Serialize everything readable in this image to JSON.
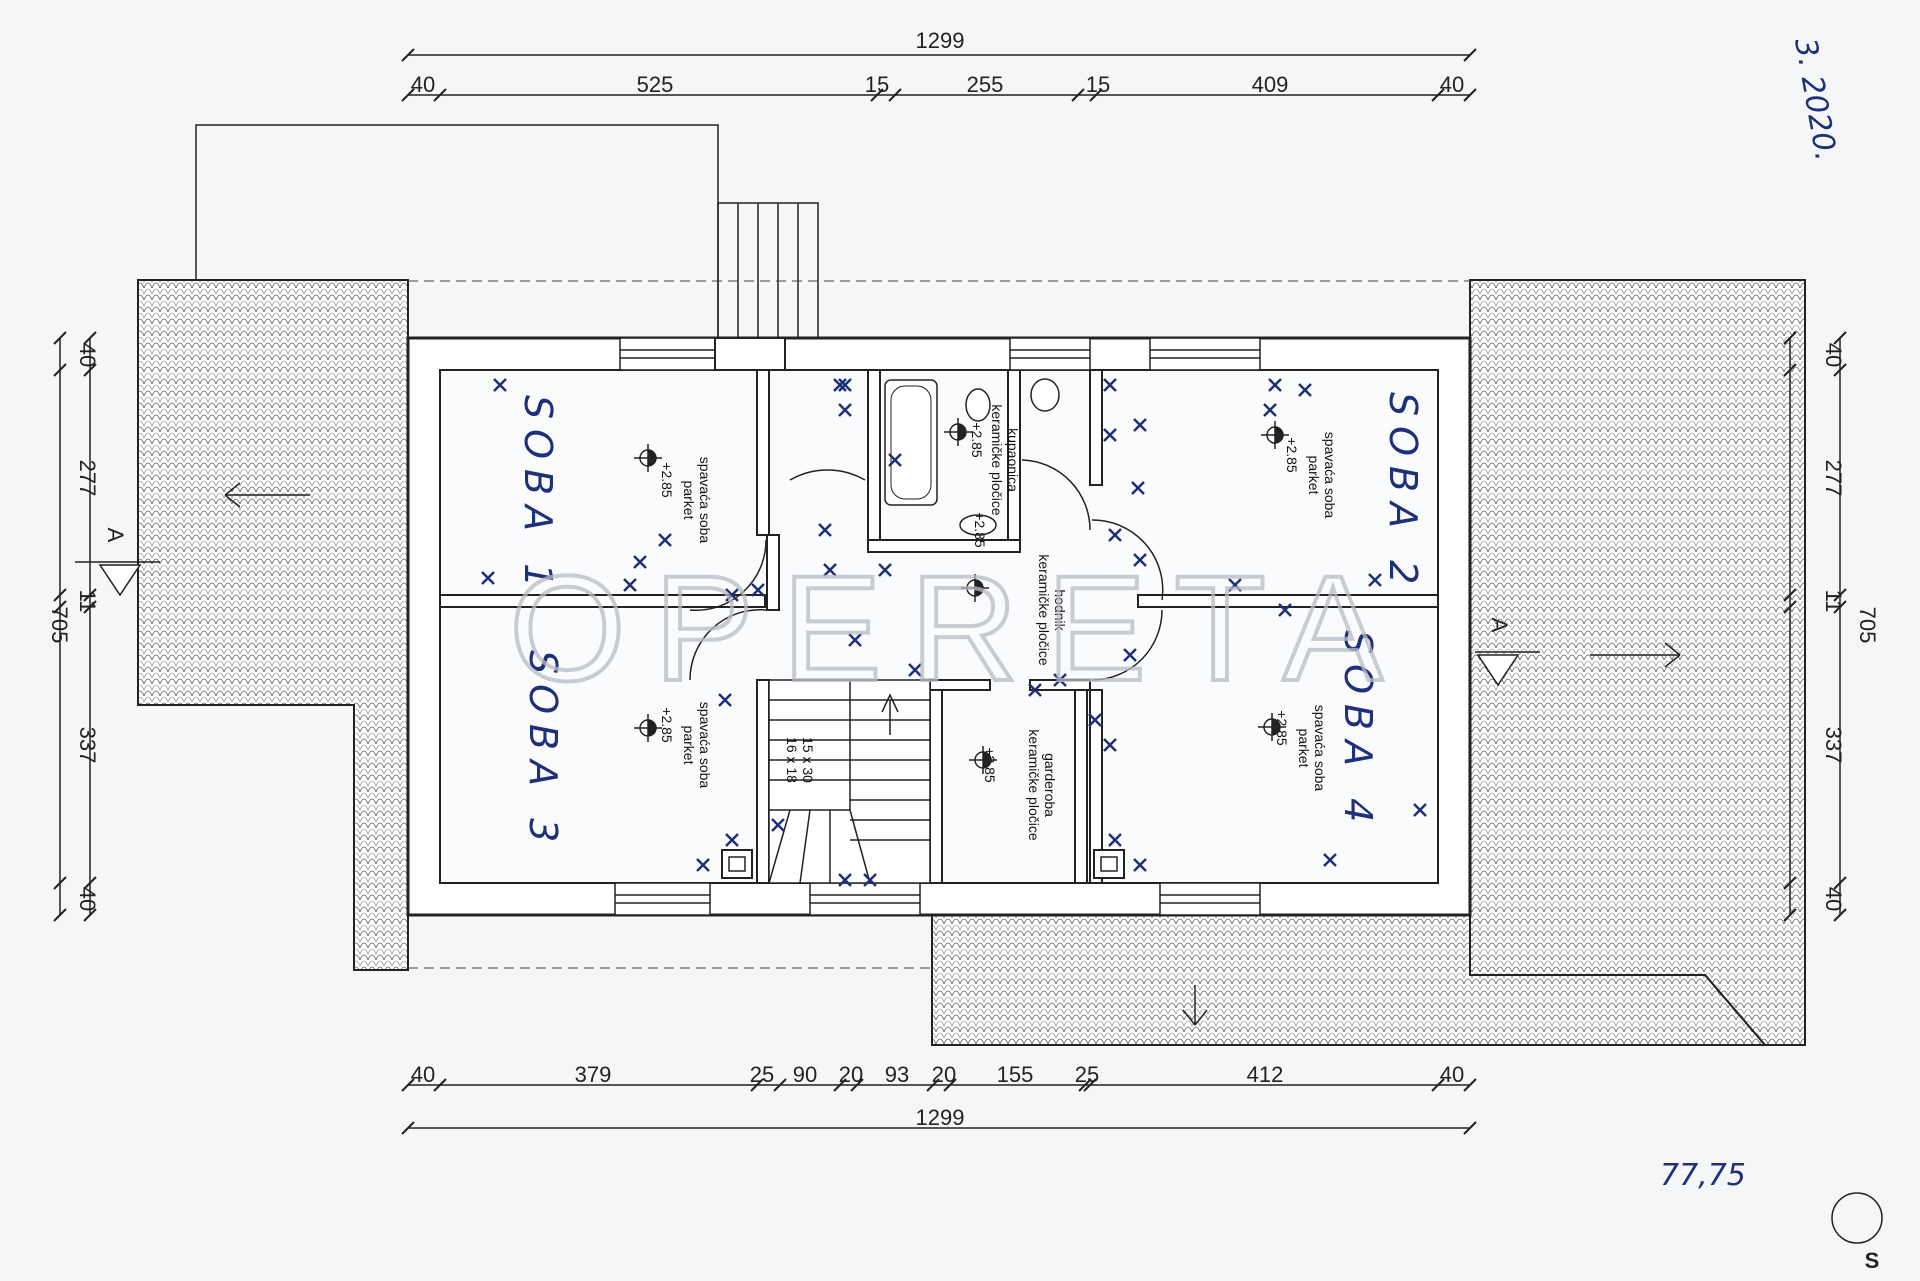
{
  "dimensions": {
    "top_total": "1299",
    "top_segments": [
      "40",
      "525",
      "15",
      "255",
      "15",
      "409",
      "40"
    ],
    "bottom_total": "1299",
    "bottom_segments": [
      "40",
      "379",
      "25",
      "90",
      "20",
      "93",
      "20",
      "155",
      "25",
      "412",
      "40"
    ],
    "left_total": "705",
    "left_segments": [
      "40",
      "277",
      "11",
      "337",
      "40"
    ],
    "right_total": "705",
    "right_segments": [
      "40",
      "277",
      "11",
      "337",
      "40"
    ]
  },
  "section_marker": "A",
  "handwritten": {
    "soba_1": "SOBA 1",
    "soba_2": "SOBA 2",
    "soba_3": "SOBA 3",
    "soba_4": "SOBA 4",
    "date": "3. 2020.",
    "area": "77,75"
  },
  "rooms": {
    "soba1": {
      "name": "spavaća soba",
      "floor": "parket",
      "height": "+2.85"
    },
    "soba2": {
      "name": "spavaća soba",
      "floor": "parket",
      "height": "+2.85"
    },
    "soba3": {
      "name": "spavaća soba",
      "floor": "parket",
      "height": "+2.85"
    },
    "soba4": {
      "name": "spavaća soba",
      "floor": "parket",
      "height": "+2.85"
    },
    "bath": {
      "name": "kupaonica",
      "floor": "keramičke pločice",
      "height": "+2.85"
    },
    "hall": {
      "name": "hodnik",
      "floor": "keramičke pločice",
      "height": "+2.85"
    },
    "wardrobe": {
      "name": "garderoba",
      "floor": "keramičke pločice",
      "height": "+2.85"
    }
  },
  "stairs": {
    "line1": "15 x 30",
    "line2": "16 x 18"
  },
  "watermark": "OPERETA",
  "north_label": "S"
}
